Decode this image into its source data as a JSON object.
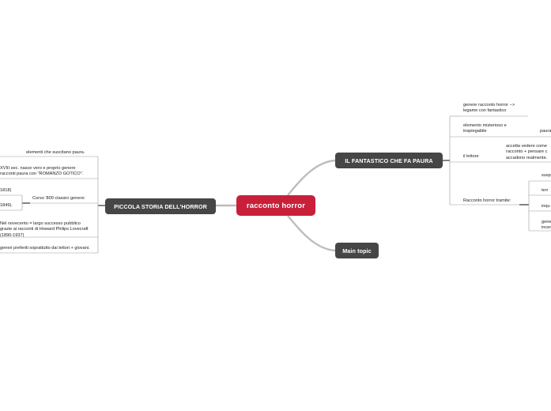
{
  "central": {
    "label": "racconto horror"
  },
  "main_topics": {
    "fantastico": {
      "label": "IL FANTASTICO CHE FA PAURA"
    },
    "storia": {
      "label": "PICCOLA STORIA DELL'HORROR"
    },
    "main_topic": {
      "label": "Main topic"
    }
  },
  "storia_items": {
    "elementi": {
      "line1": "elementi che suscitano paura."
    },
    "gotico": {
      "line1": "XVIII sec. nasce vero e proprio genere",
      "line2": "racconti paura con \"ROMANZO GOTICO\"."
    },
    "ottocento": {
      "line1": "Corso '800 classici genere:"
    },
    "o_1818": {
      "line1": "1818)"
    },
    "o_1849": {
      "line1": "1849)."
    },
    "novecento": {
      "line1": "Nel novecento = largo successo pubblico",
      "line2": "grazie ai racconti di Howard Philips Lovecraft",
      "line3": "(1890-1937)"
    },
    "generi": {
      "line1": "generi preferiti soprattutto dai lettori + giovani."
    }
  },
  "fantastico_items": {
    "legame": {
      "line1": "genere racconto horror -->",
      "line2": "legame con fantastico"
    },
    "misterioso": {
      "line1": "elemento misterioso e",
      "line2": "inspiegabile"
    },
    "paura": {
      "line1": "paura"
    },
    "lettore": {
      "line1": "il lettore"
    },
    "accetta": {
      "line1": "accetta vedere come",
      "line2": "racconto + pensare c",
      "line3": "accadono realmente."
    },
    "tramite": {
      "line1": "Racconto horror tramite:"
    },
    "susp": {
      "line1": "susp"
    },
    "terr": {
      "line1": "terr"
    },
    "inqu": {
      "line1": "inqu"
    },
    "gene": {
      "line1": "gene",
      "line2": "incer"
    }
  }
}
